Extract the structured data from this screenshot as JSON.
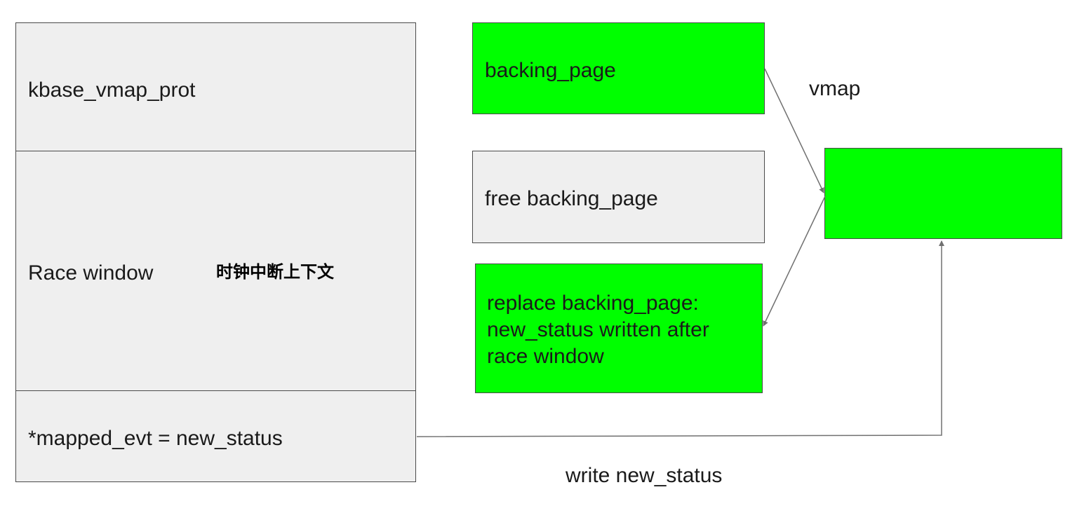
{
  "left_column": {
    "row1": "kbase_vmap_prot",
    "row2": "Race window",
    "row2_annotation": "时钟中断上下文",
    "row3": "*mapped_evt = new_status"
  },
  "middle_column": {
    "box1": "backing_page",
    "box2": "free backing_page",
    "box3_lines": [
      "replace backing_page:",
      "new_status written after",
      "race window"
    ]
  },
  "right": {
    "vmap_label": "vmap",
    "target_box": ""
  },
  "bottom_label": "write new_status",
  "colors": {
    "green": "#00ff00",
    "gray": "#efefef",
    "border": "#4a4a4a",
    "line": "#707070"
  }
}
